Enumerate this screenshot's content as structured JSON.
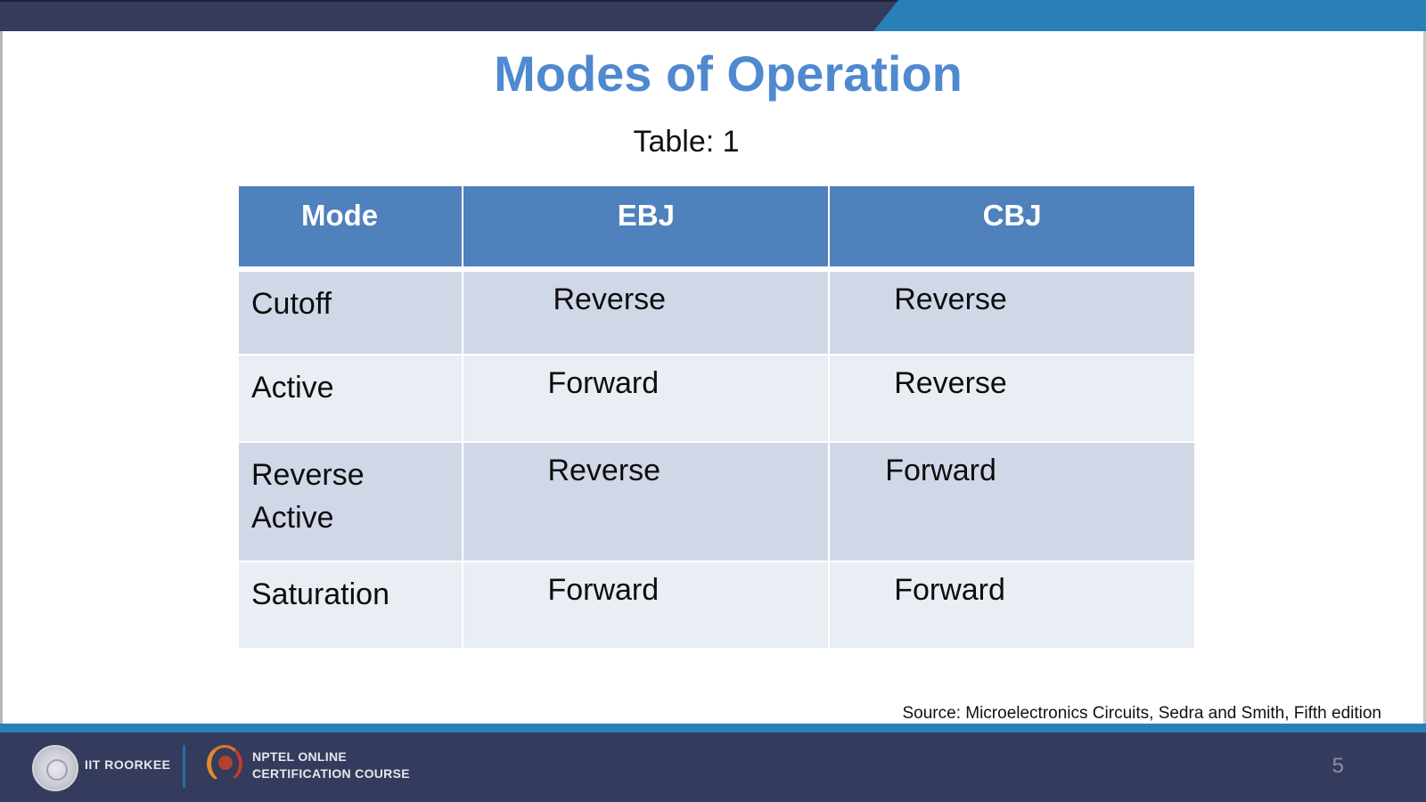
{
  "slide": {
    "title": "Modes of Operation",
    "caption": "Table: 1",
    "source": "Source: Microelectronics Circuits, Sedra and Smith, Fifth edition",
    "page_number": "5"
  },
  "table": {
    "headers": [
      "Mode",
      "EBJ",
      "CBJ"
    ],
    "rows": [
      {
        "mode": "Cutoff",
        "ebj": "Reverse",
        "cbj": "Reverse"
      },
      {
        "mode": "Active",
        "ebj": "Forward",
        "cbj": "Reverse"
      },
      {
        "mode_line1": "Reverse",
        "mode_line2": "Active",
        "ebj": "Reverse",
        "cbj": "Forward"
      },
      {
        "mode": "Saturation",
        "ebj": "Forward",
        "cbj": "Forward"
      }
    ]
  },
  "footer": {
    "institute": "IIT ROORKEE",
    "course_line1": "NPTEL ONLINE",
    "course_line2": "CERTIFICATION COURSE",
    "logos": [
      "iit-roorkee-logo-icon",
      "nptel-logo-icon"
    ]
  },
  "colors": {
    "title": "#4f89d0",
    "header_bg": "#4f81bd",
    "row_odd": "#d0d8e8",
    "row_even": "#e9edf4",
    "top_bar_dark": "#343b5c",
    "accent_blue": "#2a7fb9"
  }
}
